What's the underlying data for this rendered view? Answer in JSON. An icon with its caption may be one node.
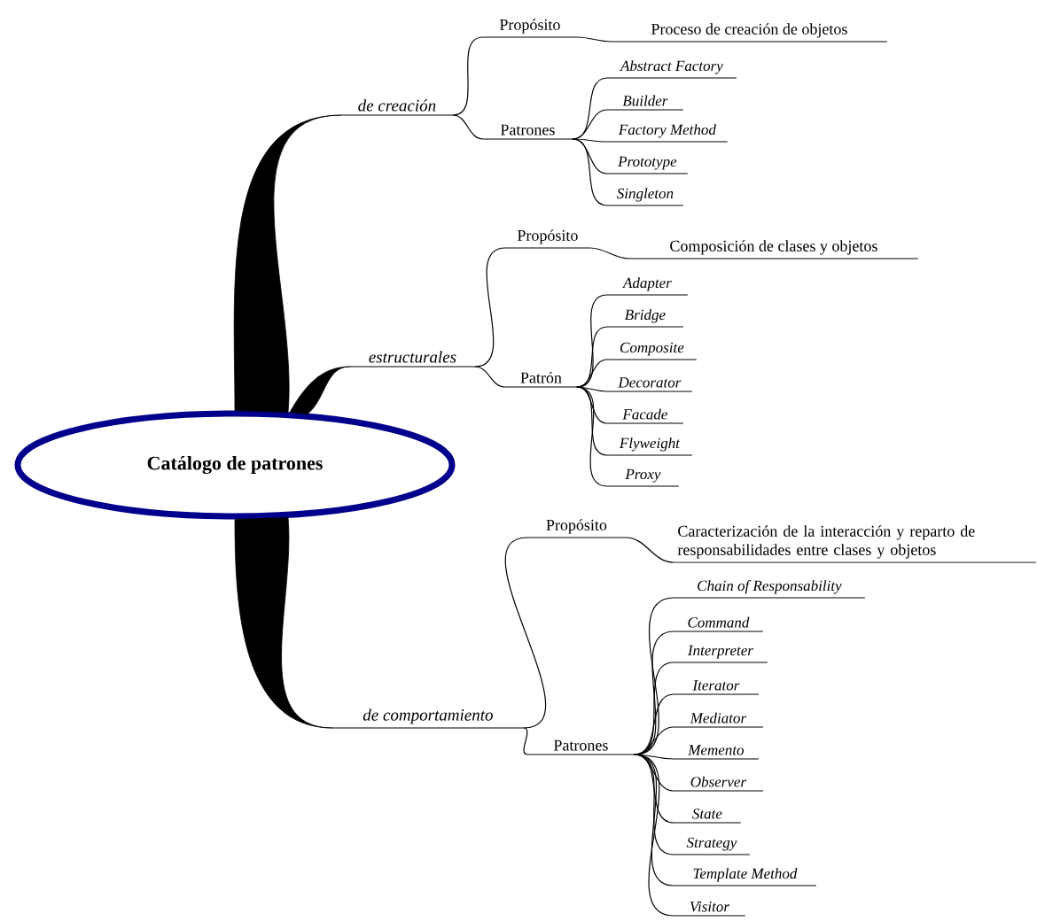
{
  "diagram": {
    "nodes": [
      {
        "text": [
          "Catálogo de patrones"
        ]
      },
      {
        "text": [
          "de creación"
        ]
      },
      {
        "text": [
          "Propósito"
        ]
      },
      {
        "text": [
          "Proceso de creación de objetos"
        ]
      },
      {
        "text": [
          "Patrones"
        ]
      },
      {
        "text": [
          "Abstract Factory"
        ]
      },
      {
        "text": [
          "Builder"
        ]
      },
      {
        "text": [
          "Factory Method"
        ]
      },
      {
        "text": [
          "Prototype"
        ]
      },
      {
        "text": [
          "Singleton"
        ]
      },
      {
        "text": [
          "estructurales"
        ]
      },
      {
        "text": [
          "Propósito"
        ]
      },
      {
        "text": [
          "Composición de clases y objetos"
        ]
      },
      {
        "text": [
          "Patrón"
        ]
      },
      {
        "text": [
          "Adapter"
        ]
      },
      {
        "text": [
          "Bridge"
        ]
      },
      {
        "text": [
          "Composite"
        ]
      },
      {
        "text": [
          "Decorator"
        ]
      },
      {
        "text": [
          "Facade"
        ]
      },
      {
        "text": [
          "Flyweight"
        ]
      },
      {
        "text": [
          "Proxy"
        ]
      },
      {
        "text": [
          "de comportamiento"
        ]
      },
      {
        "text": [
          "Propósito"
        ]
      },
      {
        "text": [
          "Caracterización de la interacción y reparto de responsabilidades entre clases y objetos"
        ]
      },
      {
        "text": [
          "Patrones"
        ]
      },
      {
        "text": [
          "Chain of Responsability"
        ]
      },
      {
        "text": [
          "Command"
        ]
      },
      {
        "text": [
          "Interpreter"
        ]
      },
      {
        "text": [
          "Iterator"
        ]
      },
      {
        "text": [
          "Mediator"
        ]
      },
      {
        "text": [
          "Memento"
        ]
      },
      {
        "text": [
          "Observer"
        ]
      },
      {
        "text": [
          "State"
        ]
      },
      {
        "text": [
          "Strategy"
        ]
      },
      {
        "text": [
          "Template Method"
        ]
      },
      {
        "text": [
          "Visitor"
        ]
      }
    ],
    "edges": [
      {
        "from": 0,
        "to": 1,
        "arrow": "none",
        "style": "thick"
      },
      {
        "from": 1,
        "to": 2,
        "arrow": "none"
      },
      {
        "from": 2,
        "to": 3,
        "arrow": "none"
      },
      {
        "from": 1,
        "to": 4,
        "arrow": "none"
      },
      {
        "from": 4,
        "to": 5,
        "arrow": "none"
      },
      {
        "from": 4,
        "to": 6,
        "arrow": "none"
      },
      {
        "from": 4,
        "to": 7,
        "arrow": "none"
      },
      {
        "from": 4,
        "to": 8,
        "arrow": "none"
      },
      {
        "from": 4,
        "to": 9,
        "arrow": "none"
      },
      {
        "from": 0,
        "to": 10,
        "arrow": "none",
        "style": "thick"
      },
      {
        "from": 10,
        "to": 11,
        "arrow": "none"
      },
      {
        "from": 11,
        "to": 12,
        "arrow": "none"
      },
      {
        "from": 10,
        "to": 13,
        "arrow": "none"
      },
      {
        "from": 13,
        "to": 14,
        "arrow": "none"
      },
      {
        "from": 13,
        "to": 15,
        "arrow": "none"
      },
      {
        "from": 13,
        "to": 16,
        "arrow": "none"
      },
      {
        "from": 13,
        "to": 17,
        "arrow": "none"
      },
      {
        "from": 13,
        "to": 18,
        "arrow": "none"
      },
      {
        "from": 13,
        "to": 19,
        "arrow": "none"
      },
      {
        "from": 13,
        "to": 20,
        "arrow": "none"
      },
      {
        "from": 0,
        "to": 21,
        "arrow": "none",
        "style": "thick"
      },
      {
        "from": 21,
        "to": 22,
        "arrow": "none"
      },
      {
        "from": 22,
        "to": 23,
        "arrow": "none"
      },
      {
        "from": 21,
        "to": 24,
        "arrow": "none"
      },
      {
        "from": 24,
        "to": 25,
        "arrow": "none"
      },
      {
        "from": 24,
        "to": 26,
        "arrow": "none"
      },
      {
        "from": 24,
        "to": 27,
        "arrow": "none"
      },
      {
        "from": 24,
        "to": 28,
        "arrow": "none"
      },
      {
        "from": 24,
        "to": 29,
        "arrow": "none"
      },
      {
        "from": 24,
        "to": 30,
        "arrow": "none"
      },
      {
        "from": 24,
        "to": 31,
        "arrow": "none"
      },
      {
        "from": 24,
        "to": 32,
        "arrow": "none"
      },
      {
        "from": 24,
        "to": 33,
        "arrow": "none"
      },
      {
        "from": 24,
        "to": 34,
        "arrow": "none"
      },
      {
        "from": 24,
        "to": 35,
        "arrow": "none"
      }
    ]
  }
}
